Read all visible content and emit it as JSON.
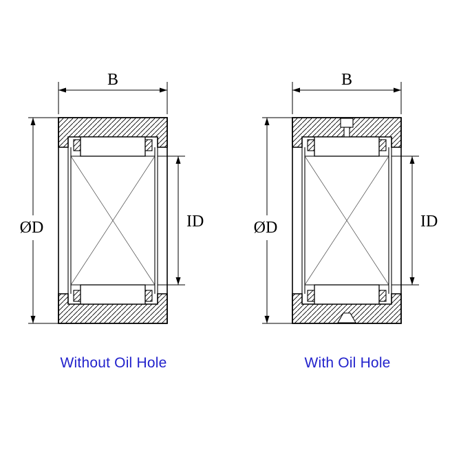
{
  "figures": [
    {
      "caption": "Without Oil Hole",
      "dim_width": "B",
      "dim_outer": "ØD",
      "dim_inner": "ID"
    },
    {
      "caption": "With Oil Hole",
      "dim_width": "B",
      "dim_outer": "ØD",
      "dim_inner": "ID"
    }
  ],
  "colors": {
    "caption": "#2222cc",
    "line": "#000000"
  }
}
